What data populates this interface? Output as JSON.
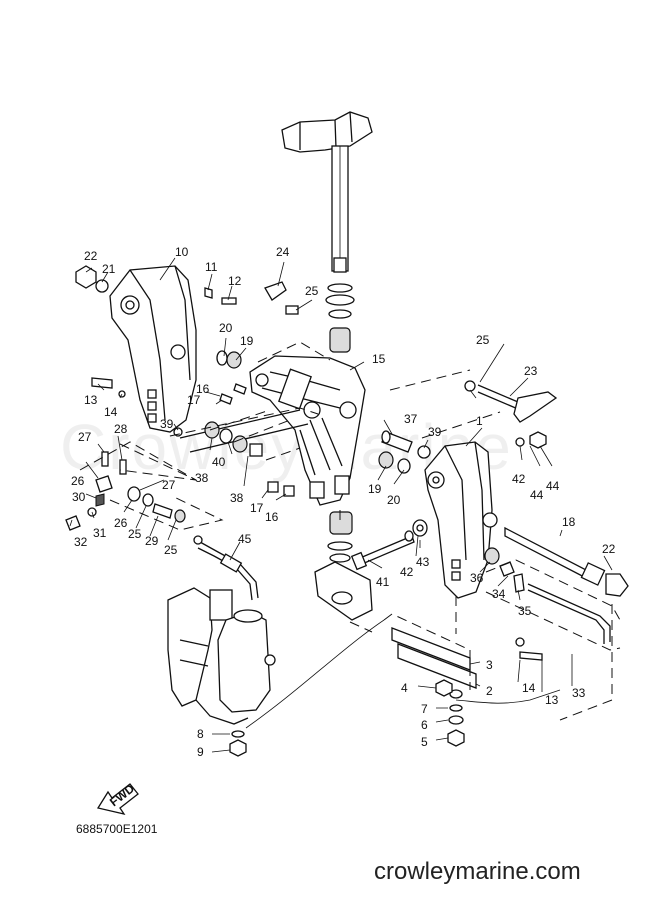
{
  "diagram": {
    "code": "6885700E1201",
    "footer": "crowleymarine.com",
    "watermark": "Crowleymarine",
    "fwd_label": "FWD",
    "labels": [
      {
        "id": "l1",
        "text": "1"
      },
      {
        "id": "l2",
        "text": "2"
      },
      {
        "id": "l3",
        "text": "3"
      },
      {
        "id": "l4",
        "text": "4"
      },
      {
        "id": "l5",
        "text": "5"
      },
      {
        "id": "l6",
        "text": "6"
      },
      {
        "id": "l7",
        "text": "7"
      },
      {
        "id": "l8",
        "text": "8"
      },
      {
        "id": "l9",
        "text": "9"
      },
      {
        "id": "l10",
        "text": "10"
      },
      {
        "id": "l11",
        "text": "11"
      },
      {
        "id": "l12",
        "text": "12"
      },
      {
        "id": "l13a",
        "text": "13"
      },
      {
        "id": "l13b",
        "text": "13"
      },
      {
        "id": "l14a",
        "text": "14"
      },
      {
        "id": "l14b",
        "text": "14"
      },
      {
        "id": "l15",
        "text": "15"
      },
      {
        "id": "l16a",
        "text": "16"
      },
      {
        "id": "l16b",
        "text": "16"
      },
      {
        "id": "l17a",
        "text": "17"
      },
      {
        "id": "l17b",
        "text": "17"
      },
      {
        "id": "l18",
        "text": "18"
      },
      {
        "id": "l19a",
        "text": "19"
      },
      {
        "id": "l19b",
        "text": "19"
      },
      {
        "id": "l20a",
        "text": "20"
      },
      {
        "id": "l20b",
        "text": "20"
      },
      {
        "id": "l21",
        "text": "21"
      },
      {
        "id": "l22a",
        "text": "22"
      },
      {
        "id": "l22b",
        "text": "22"
      },
      {
        "id": "l23",
        "text": "23"
      },
      {
        "id": "l24",
        "text": "24"
      },
      {
        "id": "l25a",
        "text": "25"
      },
      {
        "id": "l25b",
        "text": "25"
      },
      {
        "id": "l25c",
        "text": "25"
      },
      {
        "id": "l25d",
        "text": "25"
      },
      {
        "id": "l26a",
        "text": "26"
      },
      {
        "id": "l26b",
        "text": "26"
      },
      {
        "id": "l27a",
        "text": "27"
      },
      {
        "id": "l27b",
        "text": "27"
      },
      {
        "id": "l28",
        "text": "28"
      },
      {
        "id": "l29",
        "text": "29"
      },
      {
        "id": "l30",
        "text": "30"
      },
      {
        "id": "l31",
        "text": "31"
      },
      {
        "id": "l32",
        "text": "32"
      },
      {
        "id": "l33",
        "text": "33"
      },
      {
        "id": "l34",
        "text": "34"
      },
      {
        "id": "l35",
        "text": "35"
      },
      {
        "id": "l36",
        "text": "36"
      },
      {
        "id": "l37",
        "text": "37"
      },
      {
        "id": "l38a",
        "text": "38"
      },
      {
        "id": "l38b",
        "text": "38"
      },
      {
        "id": "l39a",
        "text": "39"
      },
      {
        "id": "l39b",
        "text": "39"
      },
      {
        "id": "l40",
        "text": "40"
      },
      {
        "id": "l41",
        "text": "41"
      },
      {
        "id": "l42a",
        "text": "42"
      },
      {
        "id": "l42b",
        "text": "42"
      },
      {
        "id": "l43",
        "text": "43"
      },
      {
        "id": "l44a",
        "text": "44"
      },
      {
        "id": "l44b",
        "text": "44"
      },
      {
        "id": "l45",
        "text": "45"
      }
    ]
  }
}
